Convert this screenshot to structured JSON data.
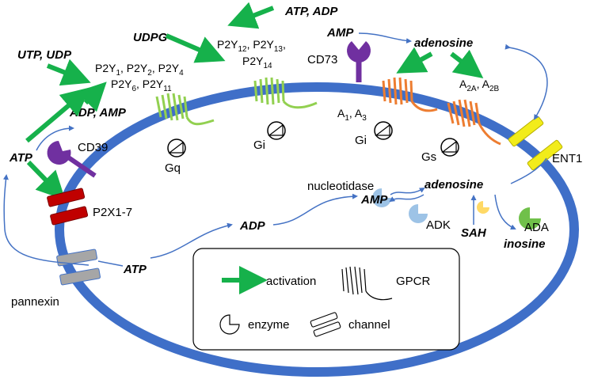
{
  "colors": {
    "membrane": "#3F6FC8",
    "activation_arrow": "#16B14B",
    "flow_arrow": "#4472C4",
    "p2y_receptor": "#92D050",
    "adenosine_receptor": "#ED7D31",
    "cd39_cd73": "#7030A0",
    "p2x": "#C00000",
    "ent1": "#F2EC1A",
    "pannexin": "#A6A6A6",
    "enzyme_blue": "#9DC3E6",
    "ada": "#70C04A",
    "sah_enzyme": "#FFD966"
  },
  "labels": {
    "atp_adp_top": "ATP, ADP",
    "udpg": "UDPG",
    "utp_udp": "UTP, UDP",
    "amp_top": "AMP",
    "adenosine_ext": "adenosine",
    "cd73": "CD73",
    "adp_amp": "ADP, AMP",
    "atp_left": "ATP",
    "cd39": "CD39",
    "p2x": "P2X1-7",
    "gq": "Gq",
    "gi_p2y": "Gi",
    "gi_a1": "Gi",
    "gs": "Gs",
    "ent1": "ENT1",
    "pannexin": "pannexin",
    "nucleotidase": "nucleotidase",
    "amp_int": "AMP",
    "adenosine_int": "adenosine",
    "adk": "ADK",
    "sah": "SAH",
    "ada": "ADA",
    "inosine": "inosine",
    "adp_int": "ADP",
    "atp_int": "ATP"
  },
  "receptor_labels": {
    "p2y_line1": [
      {
        "base": "P2Y",
        "sub": "1"
      },
      {
        "base": ", P2Y",
        "sub": "2"
      },
      {
        "base": ", P2Y",
        "sub": "4"
      }
    ],
    "p2y_line2": [
      {
        "base": "P2Y",
        "sub": "6"
      },
      {
        "base": ", P2Y",
        "sub": "11"
      }
    ],
    "p2y_gi_line1": [
      {
        "base": "P2Y",
        "sub": "12"
      },
      {
        "base": ", P2Y",
        "sub": "13"
      },
      {
        "base": ",",
        "sub": ""
      }
    ],
    "p2y_gi_line2": [
      {
        "base": "P2Y",
        "sub": "14"
      }
    ],
    "a1_a3": [
      {
        "base": "A",
        "sub": "1"
      },
      {
        "base": ", A",
        "sub": "3"
      }
    ],
    "a2a_a2b": [
      {
        "base": "A",
        "sub": "2A"
      },
      {
        "base": ", A",
        "sub": "2B"
      }
    ]
  },
  "legend": {
    "activation": "activation",
    "gpcr": "GPCR",
    "enzyme": "enzyme",
    "channel": "channel"
  }
}
